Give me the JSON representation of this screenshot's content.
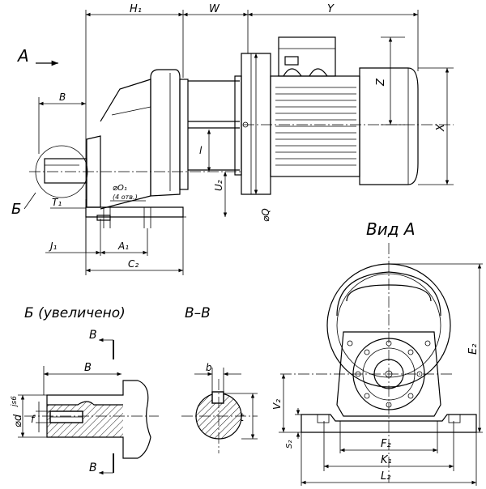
{
  "labels": {
    "view_arrow": "A",
    "H1": "H₁",
    "W": "W",
    "Y": "Y",
    "Z": "Z",
    "X": "X",
    "B_dim": "B",
    "l": "l",
    "U2": "U₂",
    "T1": "T₁",
    "detail_mark": "Б",
    "O1": "⌀O₁",
    "O1_note": "(4 отв.)",
    "Q": "⌀Q",
    "J1": "J₁",
    "A1": "A₁",
    "C2": "C₂",
    "detail_title": "Б (увеличено)",
    "section_title": "В–В",
    "section_mark_top": "В",
    "section_mark_bottom": "В",
    "detail_B": "B",
    "d_js6": "⌀d",
    "js6": "js6",
    "f": "f",
    "b": "b",
    "t": "t",
    "view_title": "Вид  А",
    "E2": "E₂",
    "V2": "V₂",
    "S2": "S₂",
    "F2": "F₂",
    "K1": "K₁",
    "L2": "L₂"
  }
}
